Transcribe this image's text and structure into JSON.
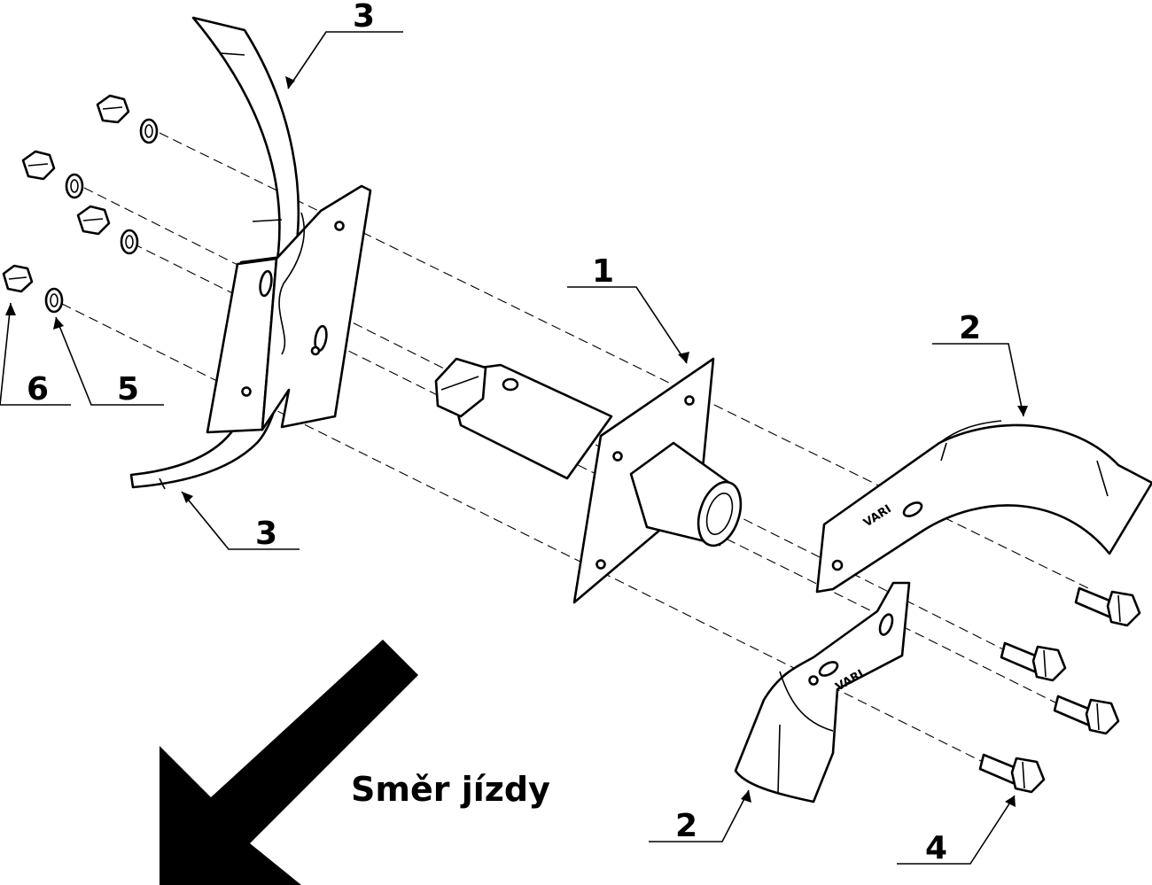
{
  "callouts": {
    "rotor_shaft": "1",
    "blade_right_upper": "2",
    "blade_right_lower": "2",
    "blade_left_upper": "3",
    "blade_left_lower": "3",
    "bolt": "4",
    "washer": "5",
    "nut": "6"
  },
  "direction_label": "Směr jízdy",
  "stamp_text": "VARI",
  "colors": {
    "line": "#000000",
    "fill": "#ffffff"
  }
}
